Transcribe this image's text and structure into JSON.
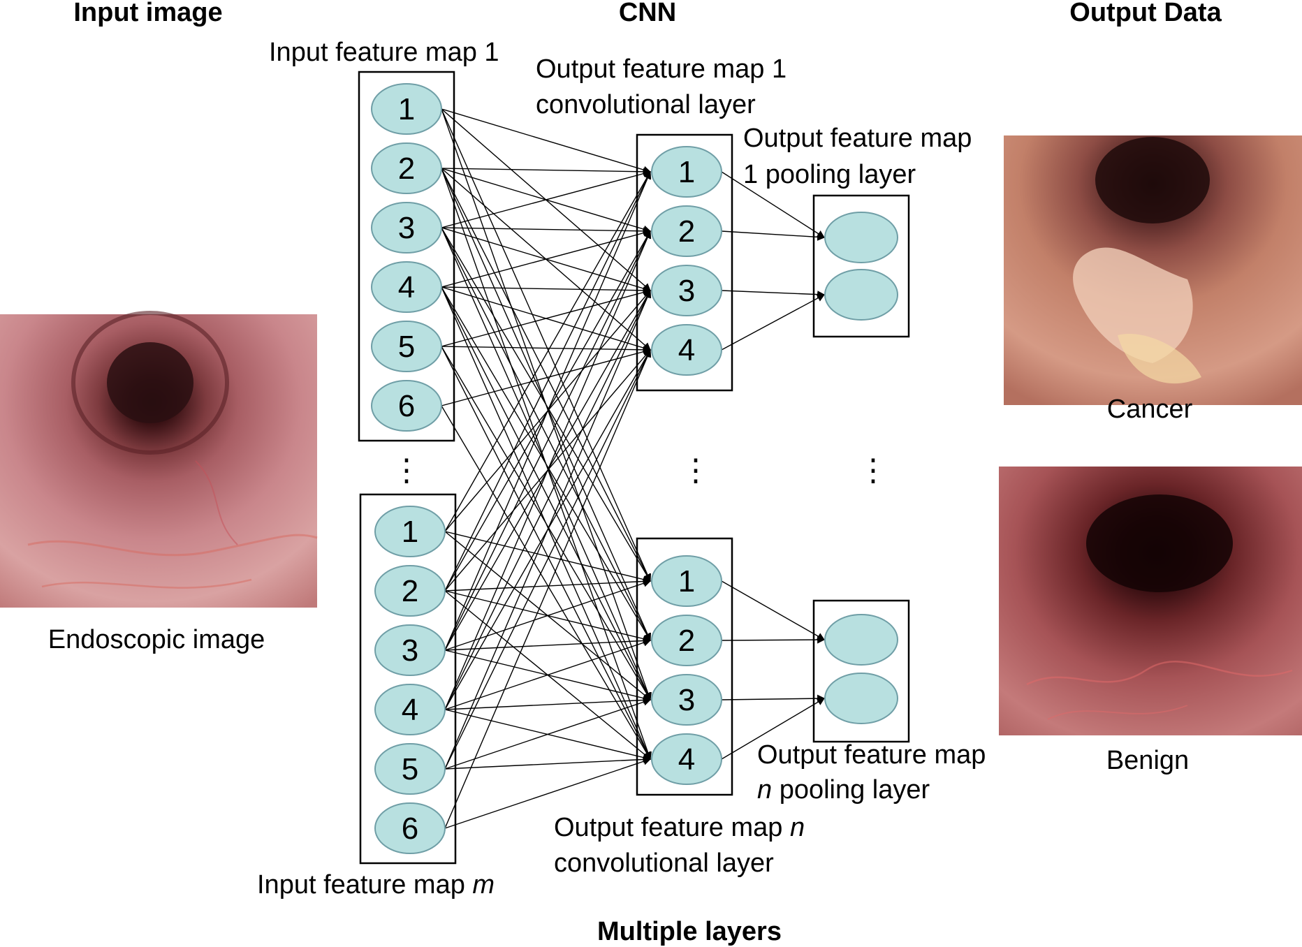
{
  "headers": {
    "input_image": "Input image",
    "cnn": "CNN",
    "output_data": "Output Data",
    "multiple_layers": "Multiple layers"
  },
  "labels": {
    "input_feature_map_1": "Input feature map 1",
    "input_feature_map_m_prefix": "Input feature map ",
    "input_feature_map_m_var": "m",
    "output_conv_1_line1": "Output feature map 1",
    "output_conv_1_line2": "convolutional layer",
    "output_pool_1_line1": "Output feature map",
    "output_pool_1_line2": "1 pooling layer",
    "output_pool_n_line1": "Output feature map",
    "output_pool_n_var": "n",
    "output_pool_n_line2_suffix": " pooling layer",
    "output_conv_n_line1_prefix": "Output feature map ",
    "output_conv_n_var": "n",
    "output_conv_n_line2": "convolutional layer",
    "endoscopic_image": "Endoscopic image",
    "cancer": "Cancer",
    "benign": "Benign"
  },
  "input_nodes": [
    "1",
    "2",
    "3",
    "4",
    "5",
    "6"
  ],
  "conv_nodes": [
    "1",
    "2",
    "3",
    "4"
  ],
  "ellipsis": "⋮",
  "colors": {
    "node_fill": "#b8e0e0",
    "node_stroke": "#6f9ea6",
    "endoscope_tissue": "#c77f86",
    "endoscope_lumen": "#2a0f12"
  }
}
